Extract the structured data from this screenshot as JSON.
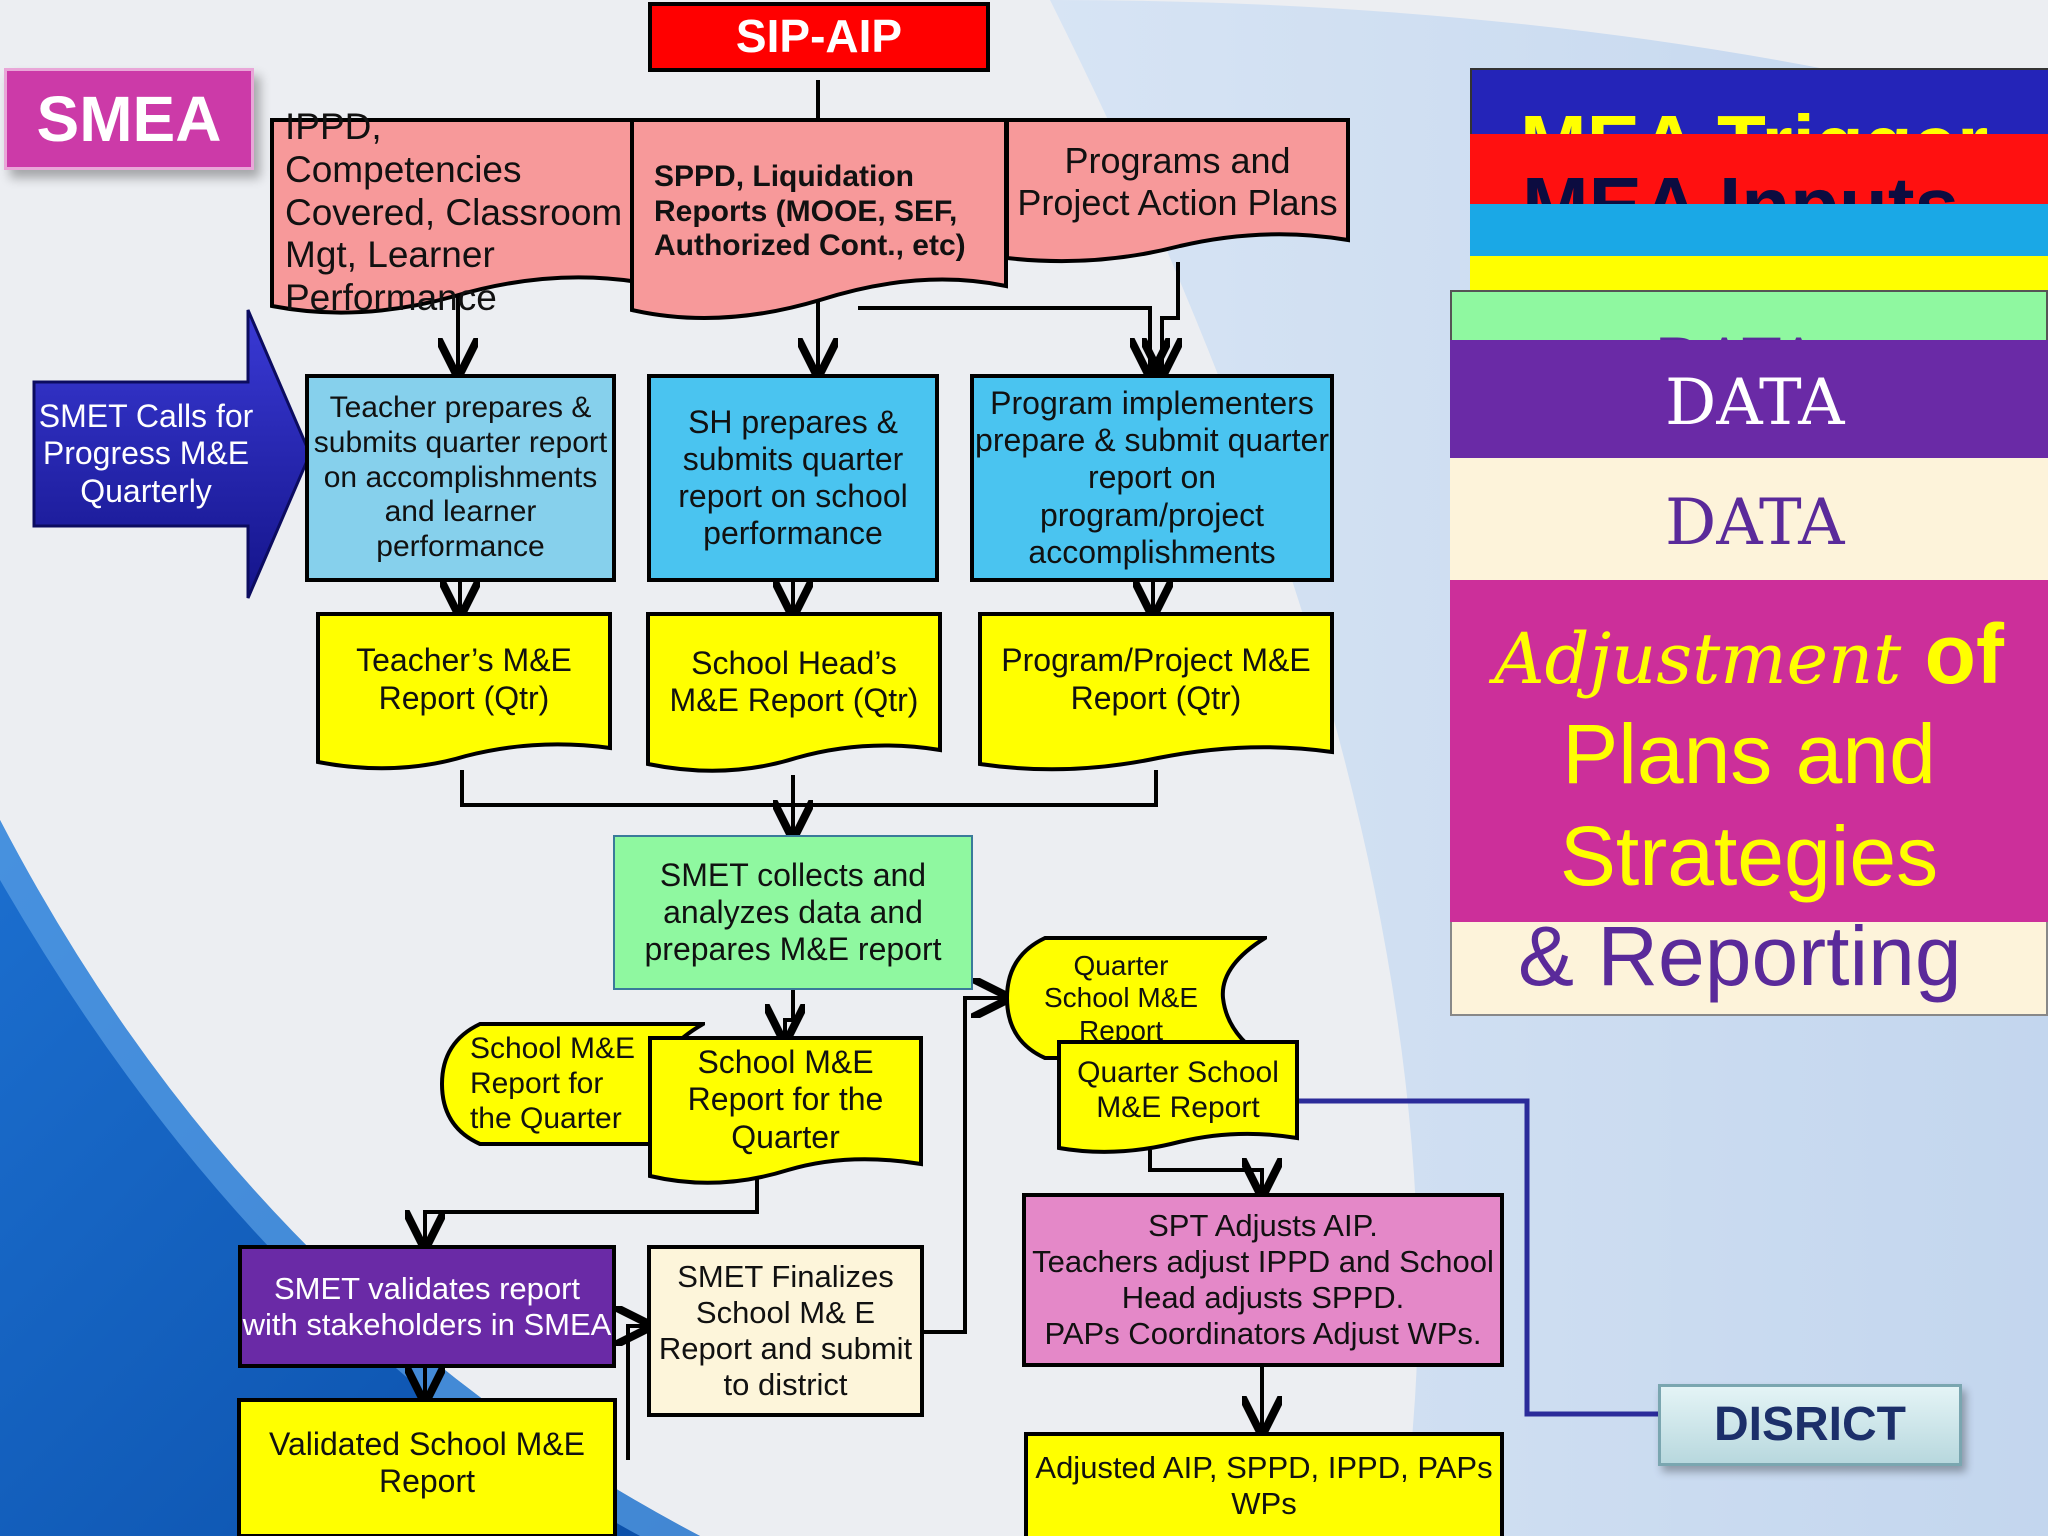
{
  "title_box": "SIP-AIP",
  "label_smea": "SMEA",
  "side_arrow": "SMET Calls for\nProgress M&E\nQuarterly",
  "district": "DISRICT",
  "inputs": {
    "ippd": "IPPD, Competencies\nCovered, Classroom\nMgt, Learner\nPerformance",
    "sppd": "SPPD, Liquidation\nReports (MOOE, SEF,\nAuthorized Cont., etc)",
    "paps": "Programs and\nProject Action Plans"
  },
  "process": {
    "teacher": "Teacher prepares &\nsubmits quarter report\non accomplishments\nand learner\nperformance",
    "sh": "SH prepares &\nsubmits quarter\nreport on school\nperformance",
    "program": "Program implementers\nprepare & submit quarter\nreport on program/project\naccomplishments"
  },
  "reports": {
    "teacher": "Teacher’s M&E\nReport (Qtr)",
    "school_head": "School  Head’s\nM&E Report (Qtr)",
    "program": "Program/Project M&E\nReport (Qtr)"
  },
  "smet_collect": "SMET collects and\nanalyzes data and\nprepares M&E report",
  "school_report_back": "School M&E\nReport for\nthe Quarter",
  "school_report_front": "School M&E\nReport for the\nQuarter",
  "quarter_back": "Quarter\nSchool M&E\nReport",
  "quarter_front": "Quarter School\nM&E Report",
  "validate": "SMET validates report\nwith stakeholders in SMEA",
  "validated": "Validated School M&E\nReport",
  "finalize": "SMET Finalizes\nSchool M& E\nReport and submit\nto district",
  "spt": "SPT Adjusts AIP.\nTeachers adjust IPPD and School\nHead adjusts SPPD.\nPAPs Coordinators Adjust  WPs.",
  "adjusted": "Adjusted AIP, SPPD, IPPD, PAPs\nWPs",
  "stack": {
    "row1": "MEA Trigger",
    "row2": "MEA Inputs",
    "row5": "DATA",
    "row6": "DATA",
    "row7": "DATA",
    "adj_word": "Adjustment",
    "adj_of": " of",
    "adj_line2": "Plans and",
    "adj_line3": "Strategies",
    "reporting": "& Reporting"
  },
  "colors": {
    "pink_input": "#f7999a",
    "blue_process": "#4ac4f0",
    "yellow_doc": "#ffff00",
    "green": "#8ff8a0",
    "purple": "#6a2aa6",
    "magenta": "#cc2f9a",
    "navy_arrow": "#1f1f9a",
    "red_title": "#ff0000"
  }
}
